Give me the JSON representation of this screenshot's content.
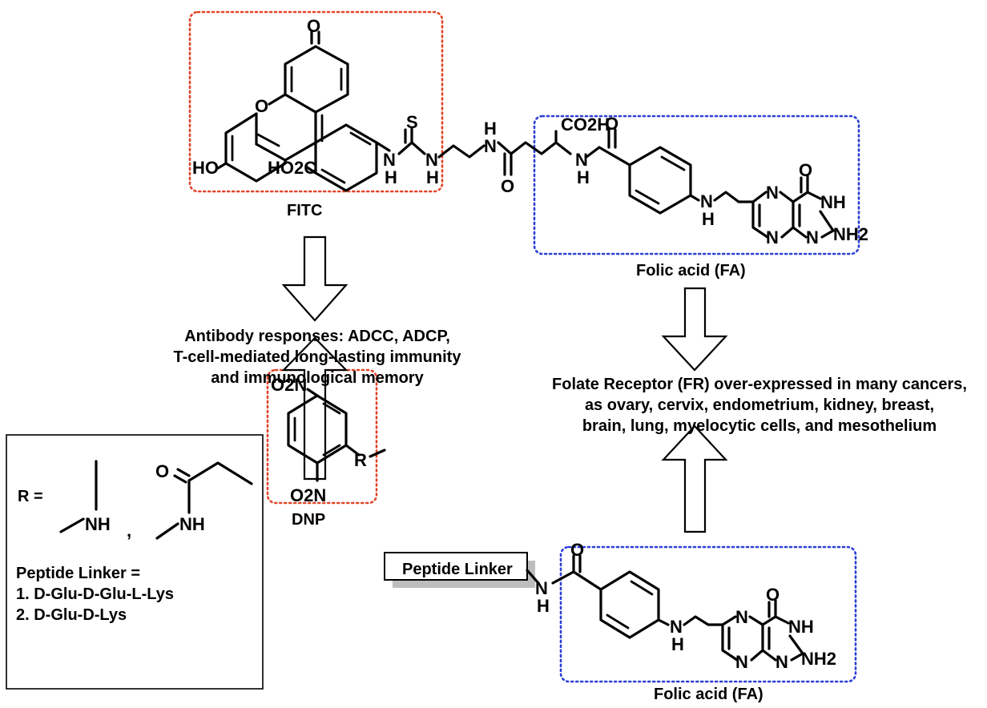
{
  "labels": {
    "fitc": "FITC",
    "fa_top": "Folic acid (FA)",
    "fa_bottom": "Folic acid (FA)",
    "dnp": "DNP",
    "peptide_linker": "Peptide Linker"
  },
  "antibody_text": [
    "Antibody responses: ADCC, ADCP,",
    "T-cell-mediated long-lasting immunity",
    "and immunological memory"
  ],
  "folate_text": [
    "Folate Receptor (FR) over-expressed in many cancers,",
    "as ovary, cervix, endometrium, kidney, breast,",
    "brain, lung, myelocytic cells, and mesothelium"
  ],
  "legend": {
    "r_equals": "R =",
    "comma": ",",
    "nh": "NH",
    "o": "O",
    "peptide_linker_eq": "Peptide Linker =",
    "items": [
      "1. D-Glu-D-Glu-L-Lys",
      "2. D-Glu-D-Lys"
    ]
  },
  "atoms": {
    "o": "O",
    "s": "S",
    "n": "N",
    "h": "H",
    "nh": "NH",
    "ho": "HO",
    "ho2c": "HO2C",
    "co2h": "CO2H",
    "nh2": "NH2",
    "o2n": "O2N",
    "r": "R"
  }
}
